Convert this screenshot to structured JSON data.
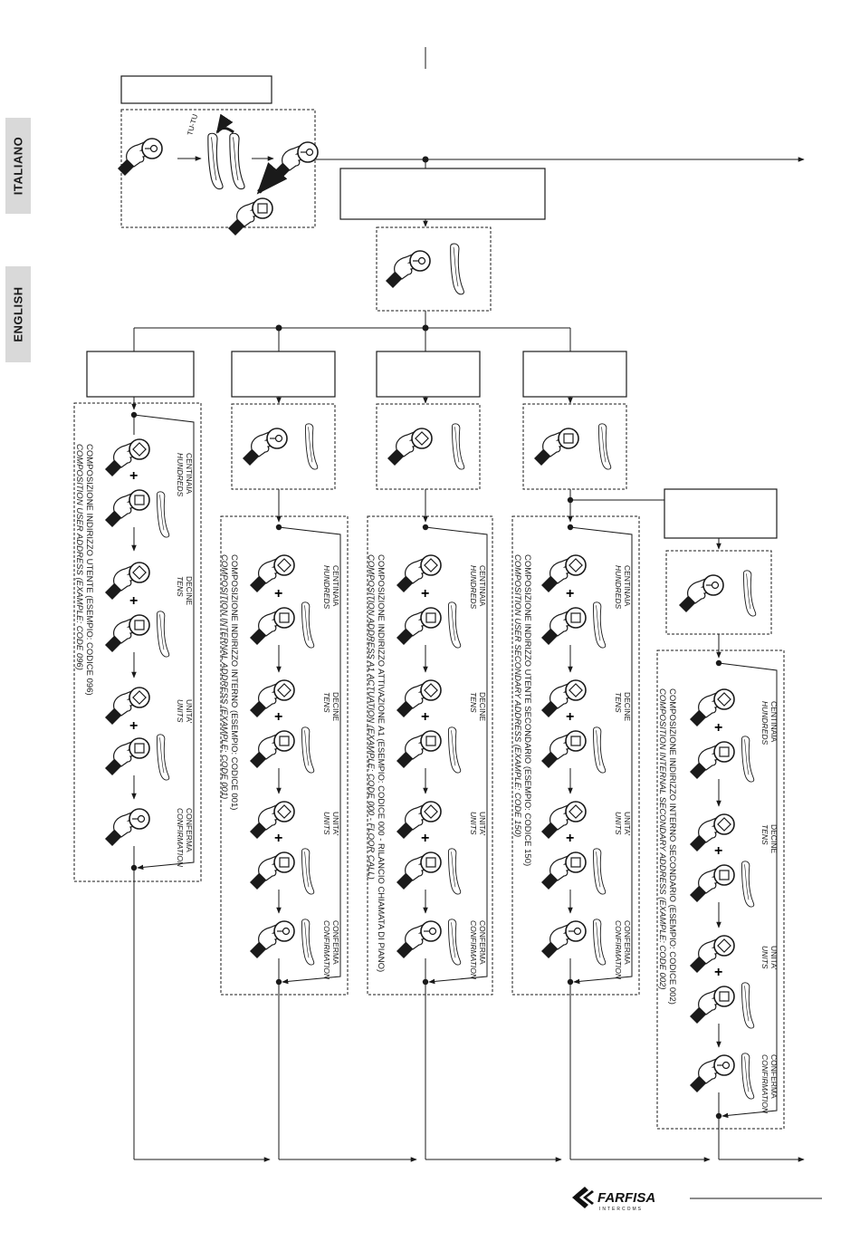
{
  "sidebar": {
    "tabs": [
      {
        "id": "italiano",
        "label": "ITALIANO"
      },
      {
        "id": "english",
        "label": "ENGLISH"
      }
    ]
  },
  "handset_tone_text": "TU-TU",
  "steps": {
    "hundreds": {
      "it": "CENTINAIA",
      "en": "HUNDREDS"
    },
    "tens": {
      "it": "DECINE",
      "en": "TENS"
    },
    "units": {
      "it": "UNITA'",
      "en": "UNITS"
    },
    "confirm": {
      "it": "CONFERMA",
      "en": "CONFIRMATION"
    }
  },
  "captions": {
    "col1": {
      "it": "COMPOSIZIONE INDIRIZZO UTENTE (ESEMPIO: CODICE 096)",
      "en": "COMPOSITION USER ADDRESS (EXAMPLE: CODE 096)"
    },
    "col2": {
      "it": "COMPOSIZIONE INDIRIZZO INTERNO (ESEMPIO: CODICE 001)",
      "en": "COMPOSITION INTERNAL ADDRESS (EXAMPLE: CODE 001)"
    },
    "col3": {
      "it": "COMPOSIZIONE INDIRIZZO ATTIVAZIONE A1 (ESEMPIO: CODICE 000 - RILANCIO CHIAMATA DI PIANO)",
      "en": "COMPOSITION ADDRESS A1 ACTUATION (EXAMPLE: CODE 000 - FLOOR CALL)"
    },
    "col4": {
      "it": "COMPOSIZIONE INDIRIZZO UTENTE SECONDARIO (ESEMPIO: CODICE 150)",
      "en": "COMPOSITION USER SECONDARY ADDRESS (EXAMPLE: CODE 150)"
    },
    "col5": {
      "it": "COMPOSIZIONE INDIRIZZO INTERNO SECONDARIO (ESEMPIO: CODICE 002)",
      "en": "COMPOSITION INTERNAL SECONDARY ADDRESS (EXAMPLE: CODE 002)"
    }
  },
  "footer": {
    "brand": "FARFISA",
    "brand_sub": "INTERCOMS"
  },
  "colors": {
    "line": "#1a1a1a",
    "tab_bg": "#d9d9d9",
    "glove": "#1a1a1a"
  }
}
